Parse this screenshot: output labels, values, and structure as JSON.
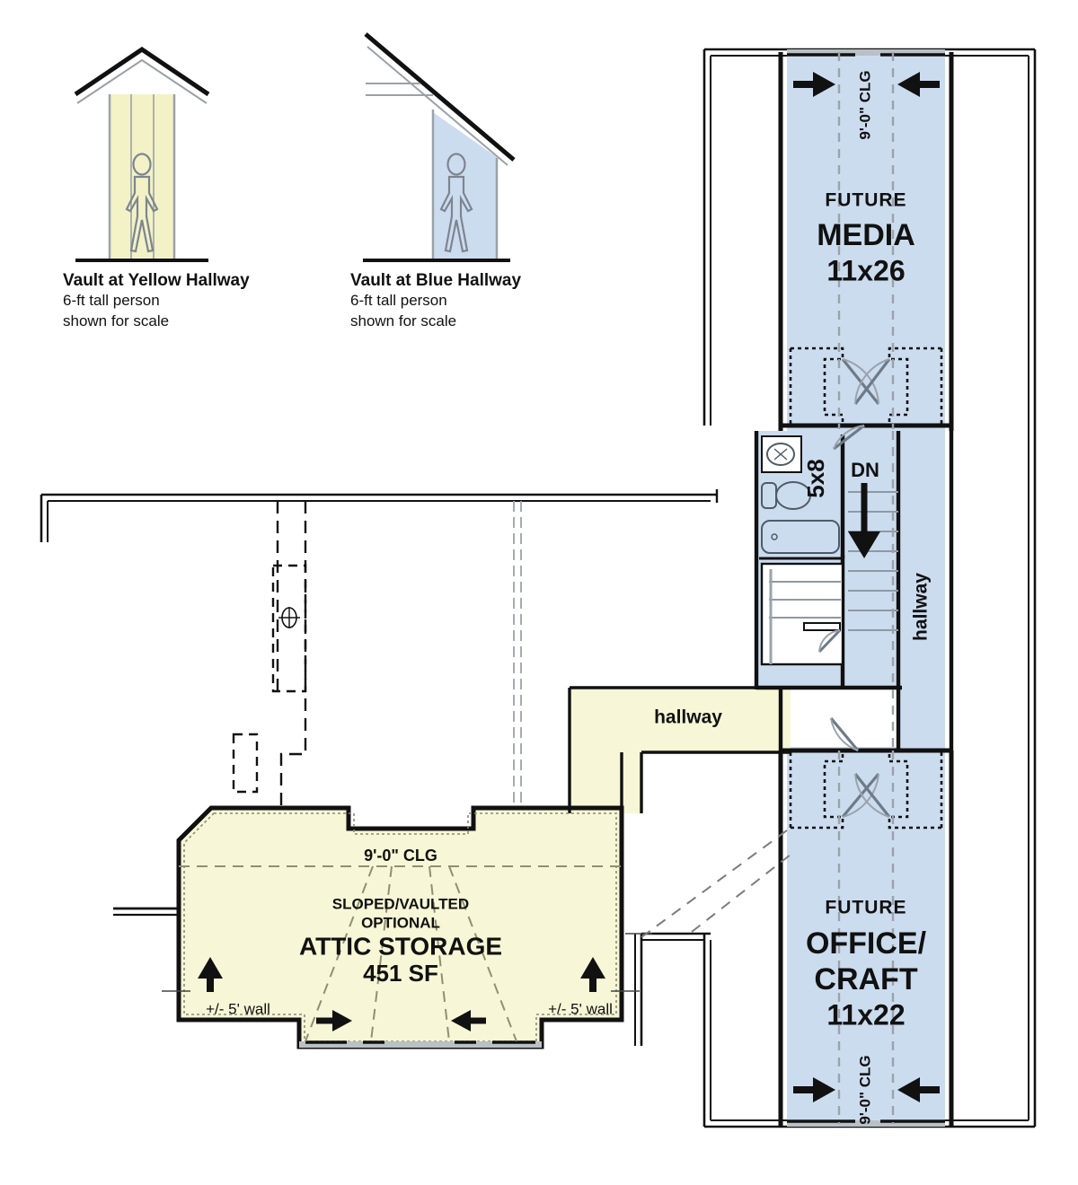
{
  "colors": {
    "yellow_fill": "#f7f7d7",
    "blue_fill": "#ccdcef",
    "blue_fill_light": "#dde8f4",
    "wall_stroke": "#111111",
    "thin_stroke": "#6d7b88",
    "dash_stroke": "#8c8c78",
    "gray_band": "#b9c0c6",
    "text": "#111111",
    "background": "#ffffff"
  },
  "legend": {
    "yellow": {
      "title": "Vault at Yellow Hallway",
      "line1": "6-ft tall person",
      "line2": "shown for scale",
      "fill": "#f2f2c6",
      "figure_icon": "person-silhouette-icon",
      "roof_icon": "gable-roof-icon"
    },
    "blue": {
      "title": "Vault at Blue Hallway",
      "line1": "6-ft tall person",
      "line2": "shown for scale",
      "fill": "#ccdcef",
      "figure_icon": "person-silhouette-icon",
      "roof_icon": "shed-roof-icon"
    }
  },
  "rooms": {
    "media": {
      "prefix": "FUTURE",
      "name": "MEDIA",
      "dimensions": "11x26",
      "ceiling_note": "9'-0\" CLG",
      "arrow_left_icon": "arrow-right-icon",
      "arrow_right_icon": "arrow-left-icon"
    },
    "office_craft": {
      "prefix": "FUTURE",
      "name_line1": "OFFICE/",
      "name_line2": "CRAFT",
      "dimensions": "11x22",
      "ceiling_note": "9'-0\" CLG",
      "arrow_left_icon": "arrow-right-icon",
      "arrow_right_icon": "arrow-left-icon"
    },
    "bath": {
      "dimensions": "5x8",
      "fixtures": [
        "sink-icon",
        "toilet-icon",
        "bathtub-icon"
      ]
    },
    "stairs": {
      "direction_label": "DN",
      "arrow_icon": "arrow-down-icon"
    },
    "hallway_blue": {
      "name": "hallway"
    },
    "hallway_yellow": {
      "name": "hallway"
    },
    "attic_storage": {
      "ceiling_note": "9'-0\" CLG",
      "option_line1": "SLOPED/VAULTED",
      "option_line2": "OPTIONAL",
      "name": "ATTIC STORAGE",
      "area": "451 SF",
      "wall_note_left": "+/- 5' wall",
      "wall_note_right": "+/- 5' wall",
      "arrow_up_left_icon": "arrow-up-icon",
      "arrow_up_right_icon": "arrow-up-icon",
      "arrow_in_left_icon": "arrow-right-icon",
      "arrow_in_right_icon": "arrow-left-icon"
    }
  }
}
